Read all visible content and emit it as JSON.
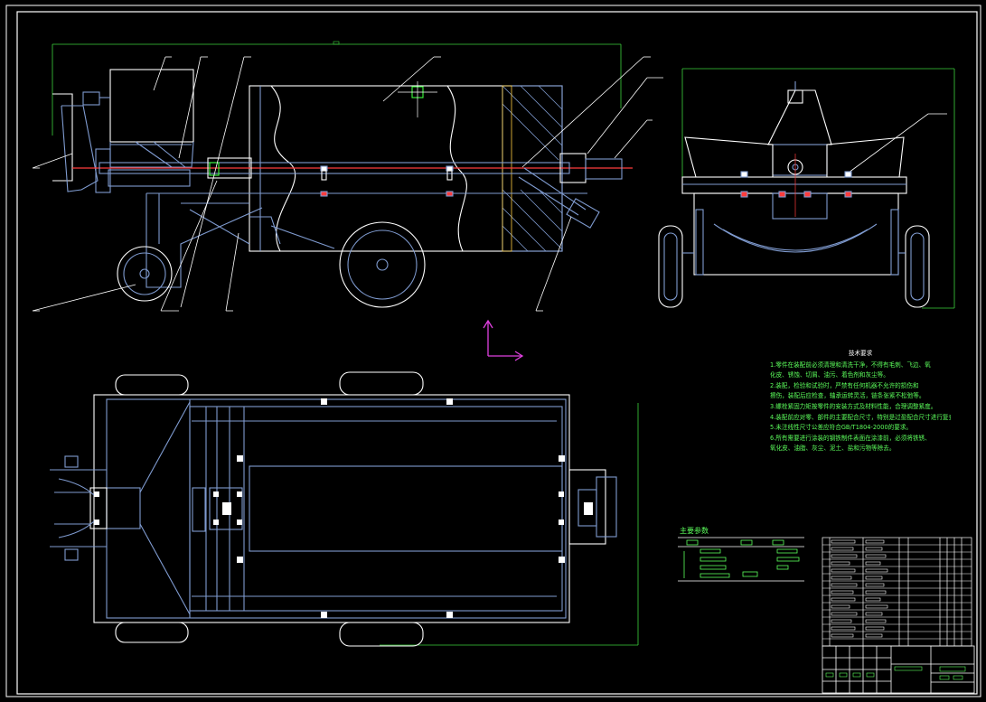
{
  "drawing": {
    "colors": {
      "outline": "#ffffff",
      "structure": "#7f9bd0",
      "dimension": "#3cd23c",
      "center": "#ff3c3c",
      "axis": "#e040e0",
      "text": "#5cff5c"
    },
    "technical_notes": {
      "title": "技术要求",
      "lines": [
        "1.零件在装配前必须清理和清洗干净，不得有毛刺、飞边、氧",
        "  化皮、锈蚀、切屑、油污、着色剂和灰尘等。",
        "2.装配，检验和试验时，严禁有任何机器不允许的损伤和",
        "  擦伤，装配后应检查，轴承运转灵活，链条张紧不松弛等。",
        "3.螺栓紧固力矩按零件的安装方式及材料性能，合理调整紧度。",
        "4.装配前应对零、部件的主要配合尺寸，特别是过盈配合尺寸进行复查。",
        "5.未注线性尺寸公差应符合GB/T1804-2000的要求。",
        "6.所有需要进行涂装的钢铁制件表面在涂漆前，必须将铁锈、",
        "  氧化皮、油脂、灰尘、泥土、盐和污物等除去。"
      ]
    },
    "parameters_title": "主要参数"
  }
}
